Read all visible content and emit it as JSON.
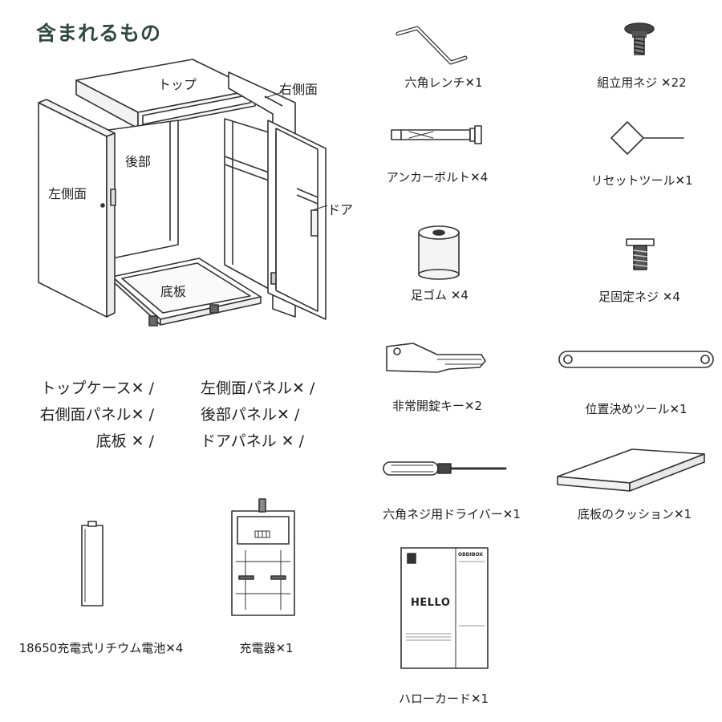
{
  "title": "含まれるもの",
  "cabinet_parts": {
    "top": "トップ",
    "right_side": "右側面",
    "back": "後部",
    "left_side": "左側面",
    "door": "ドア",
    "bottom": "底板"
  },
  "panel_list": {
    "left_column": [
      "トップケース✕ /",
      "右側面パネル✕ /",
      "底板 ✕ /"
    ],
    "right_column": [
      "左側面パネル✕ /",
      "後部パネル✕ /",
      "ドアパネル ✕ /"
    ]
  },
  "accessories": [
    {
      "name": "hex-wrench",
      "label": "六角レンチ✕1"
    },
    {
      "name": "assembly-screw",
      "label": "組立用ネジ ✕22"
    },
    {
      "name": "anchor-bolt",
      "label": "アンカーボルト✕4"
    },
    {
      "name": "reset-tool",
      "label": "リセットツール✕1"
    },
    {
      "name": "rubber-foot",
      "label": "足ゴム ✕4"
    },
    {
      "name": "foot-screw",
      "label": "足固定ネジ ✕4"
    },
    {
      "name": "emergency-key",
      "label": "非常開錠キー✕2"
    },
    {
      "name": "positioning-tool",
      "label": "位置決めツール✕1"
    },
    {
      "name": "hex-driver",
      "label": "六角ネジ用ドライバー✕1"
    },
    {
      "name": "bottom-cushion",
      "label": "底板のクッション✕1"
    },
    {
      "name": "battery",
      "label": "18650充電式リチウム電池✕4"
    },
    {
      "name": "charger",
      "label": "充電器✕1"
    },
    {
      "name": "hello-card",
      "label": "ハローカード✕1"
    }
  ],
  "hello_card": {
    "headline": "HELLO",
    "brand": "OBDIBOX"
  }
}
